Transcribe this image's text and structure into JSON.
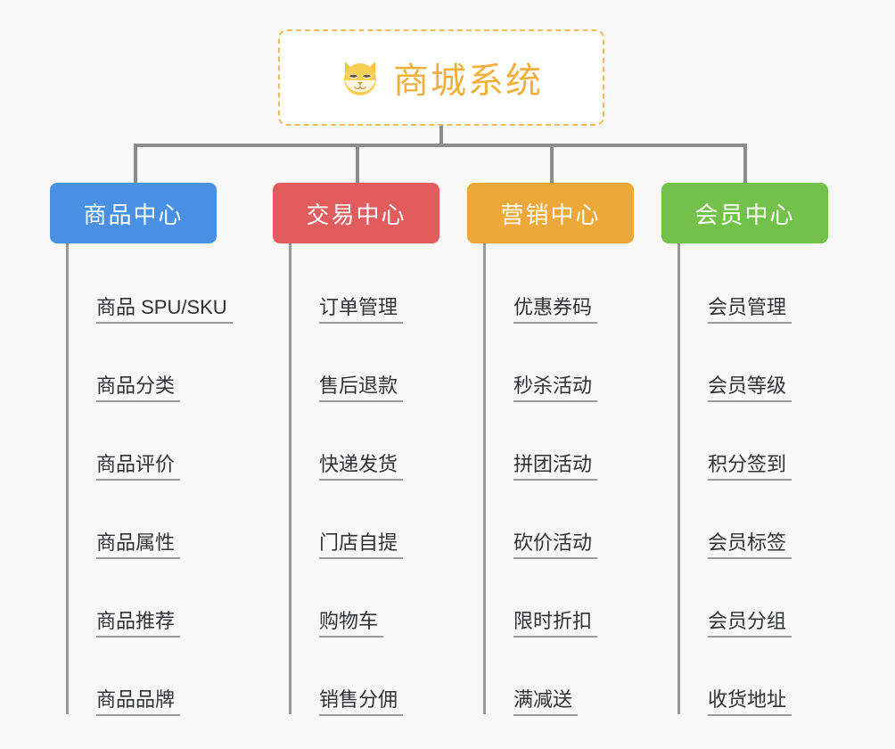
{
  "root": {
    "icon": "dog-face-icon",
    "title": "商城系统",
    "title_color": "#f0b03c",
    "border_color": "#eeba5a"
  },
  "theme": {
    "background": "#f8f8f8",
    "connector_color": "#8c8c8c",
    "leaf_rail_color": "#9a9a9a",
    "leaf_text_color": "#303133"
  },
  "branches": [
    {
      "label": "商品中心",
      "color": "#4a90e2",
      "items": [
        "商品 SPU/SKU",
        "商品分类",
        "商品评价",
        "商品属性",
        "商品推荐",
        "商品品牌"
      ]
    },
    {
      "label": "交易中心",
      "color": "#e15c5c",
      "items": [
        "订单管理",
        "售后退款",
        "快递发货",
        "门店自提",
        "购物车",
        "销售分佣"
      ]
    },
    {
      "label": "营销中心",
      "color": "#eda83a",
      "items": [
        "优惠券码",
        "秒杀活动",
        "拼团活动",
        "砍价活动",
        "限时折扣",
        "满减送"
      ]
    },
    {
      "label": "会员中心",
      "color": "#73c14a",
      "items": [
        "会员管理",
        "会员等级",
        "积分签到",
        "会员标签",
        "会员分组",
        "收货地址"
      ]
    }
  ]
}
